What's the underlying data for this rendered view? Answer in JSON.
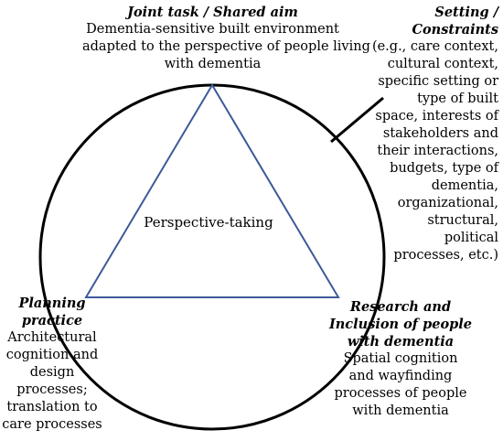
{
  "diagram": {
    "joint_task": {
      "title": "Joint task / Shared aim",
      "lines": [
        "Dementia-sensitive built environment",
        "adapted to the perspective of people living",
        "with dementia"
      ]
    },
    "setting": {
      "title_lines": [
        "Setting /",
        "Constraints"
      ],
      "lines": [
        "(e.g., care context,",
        "cultural context,",
        "specific setting or",
        "type of built",
        "space, interests of",
        "stakeholders and",
        "their interactions,",
        "budgets, type of",
        "dementia,",
        "organizational,",
        "structural,",
        "political",
        "processes, etc.)"
      ]
    },
    "center": {
      "text": "Perspective-taking"
    },
    "planning": {
      "title_lines": [
        "Planning",
        "practice"
      ],
      "lines": [
        "Architectural",
        "cognition and",
        "design",
        "processes;",
        "translation to",
        "care processes"
      ]
    },
    "research": {
      "title_lines": [
        "Research and",
        "Inclusion of people",
        "with dementia"
      ],
      "lines": [
        "Spatial cognition",
        "and wayfinding",
        "processes of people",
        "with dementia"
      ]
    },
    "colors": {
      "circle": "#000000",
      "triangle": "#3d5a99",
      "text": "#000000"
    }
  }
}
